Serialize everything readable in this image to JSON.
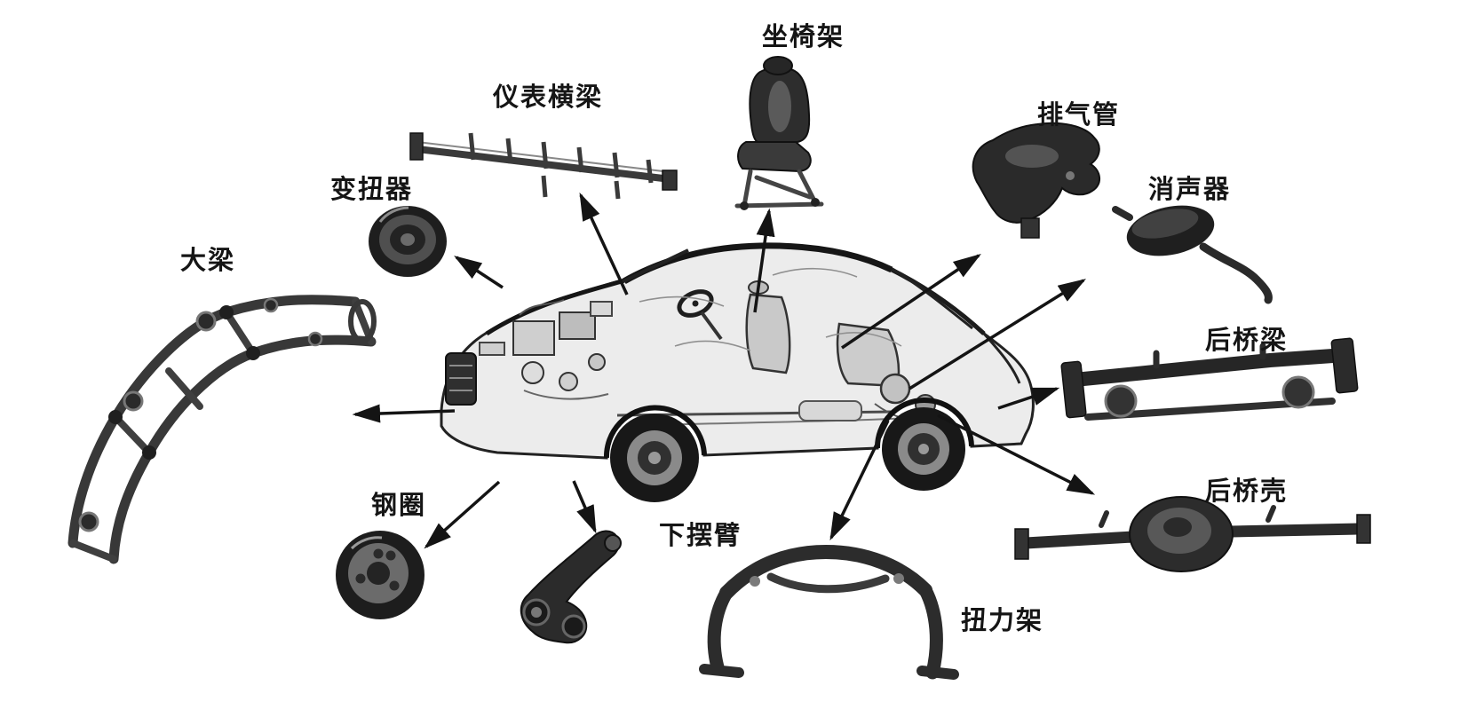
{
  "diagram": {
    "labels": {
      "seat_frame": "坐椅架",
      "instrument_beam": "仪表横梁",
      "torque_converter": "变扭器",
      "main_frame": "大梁",
      "steel_rim": "钢圈",
      "lower_control_arm": "下摆臂",
      "torsion_frame": "扭力架",
      "exhaust_pipe": "排气管",
      "muffler": "消声器",
      "rear_axle_beam": "后桥梁",
      "rear_axle_housing": "后桥壳"
    },
    "colors": {
      "ink": "#141414",
      "background": "#ffffff",
      "part_shade": "#2a2a2a"
    }
  }
}
